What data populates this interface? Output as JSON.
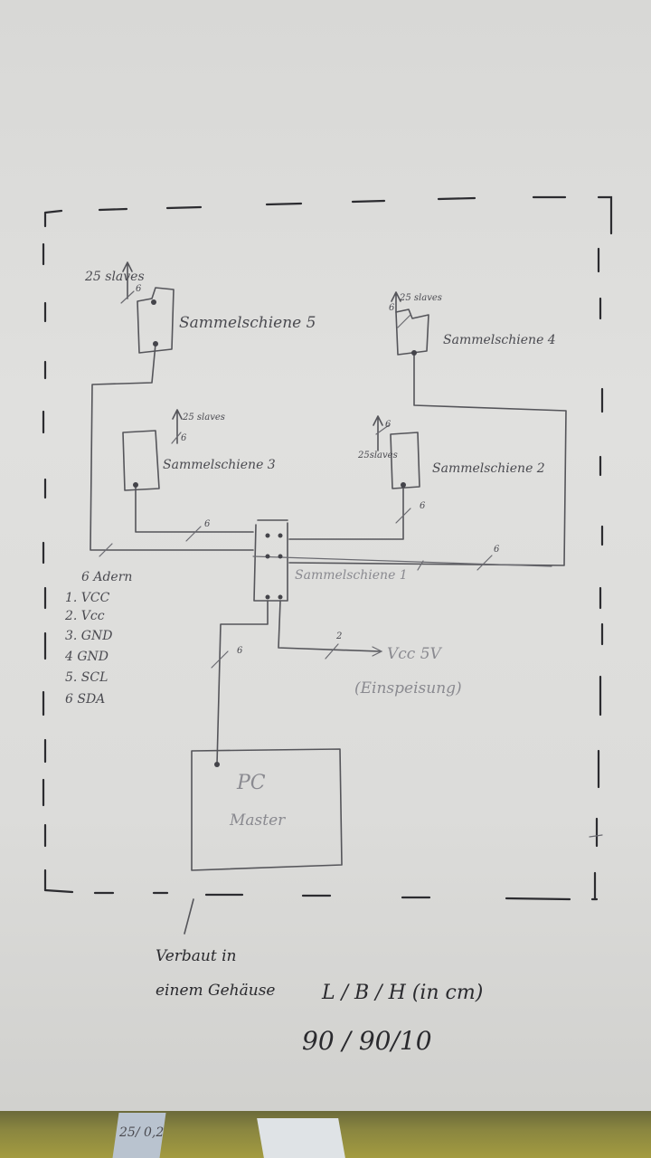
{
  "diagram": {
    "busbars": {
      "bus1": {
        "label": "Sammelschiene 1"
      },
      "bus2": {
        "label": "Sammelschiene 2",
        "slaves": "25slaves",
        "wires_top": "6",
        "wires_bottom": "6"
      },
      "bus3": {
        "label": "Sammelschiene 3",
        "slaves": "25 slaves",
        "wires": "6"
      },
      "bus4": {
        "label": "Sammelschiene 4",
        "slaves": "25 slaves",
        "wires": "6"
      },
      "bus5": {
        "label": "Sammelschiene 5",
        "slaves": "25 slaves",
        "wires": "6"
      }
    },
    "wire_counts": {
      "bus3_link": "6",
      "bus2_link": "6",
      "left_trunk": "6",
      "master_link": "6",
      "power_link": "2"
    },
    "cable_legend": {
      "title": "6 Adern",
      "items": [
        "1. VCC",
        "2. Vcc",
        "3. GND",
        "4 GND",
        "5. SCL",
        "6 SDA"
      ]
    },
    "power": {
      "label": "Vcc 5V",
      "sublabel": "(Einspeisung)"
    },
    "master": {
      "line1": "PC",
      "line2": "Master"
    },
    "enclosure_note": {
      "line1": "Verbaut in",
      "line2": "einem Gehäuse",
      "dims_label": "L / B / H (in cm)",
      "dims_value": "90 / 90/10"
    },
    "margin_scrap": "25/ 0,2"
  }
}
